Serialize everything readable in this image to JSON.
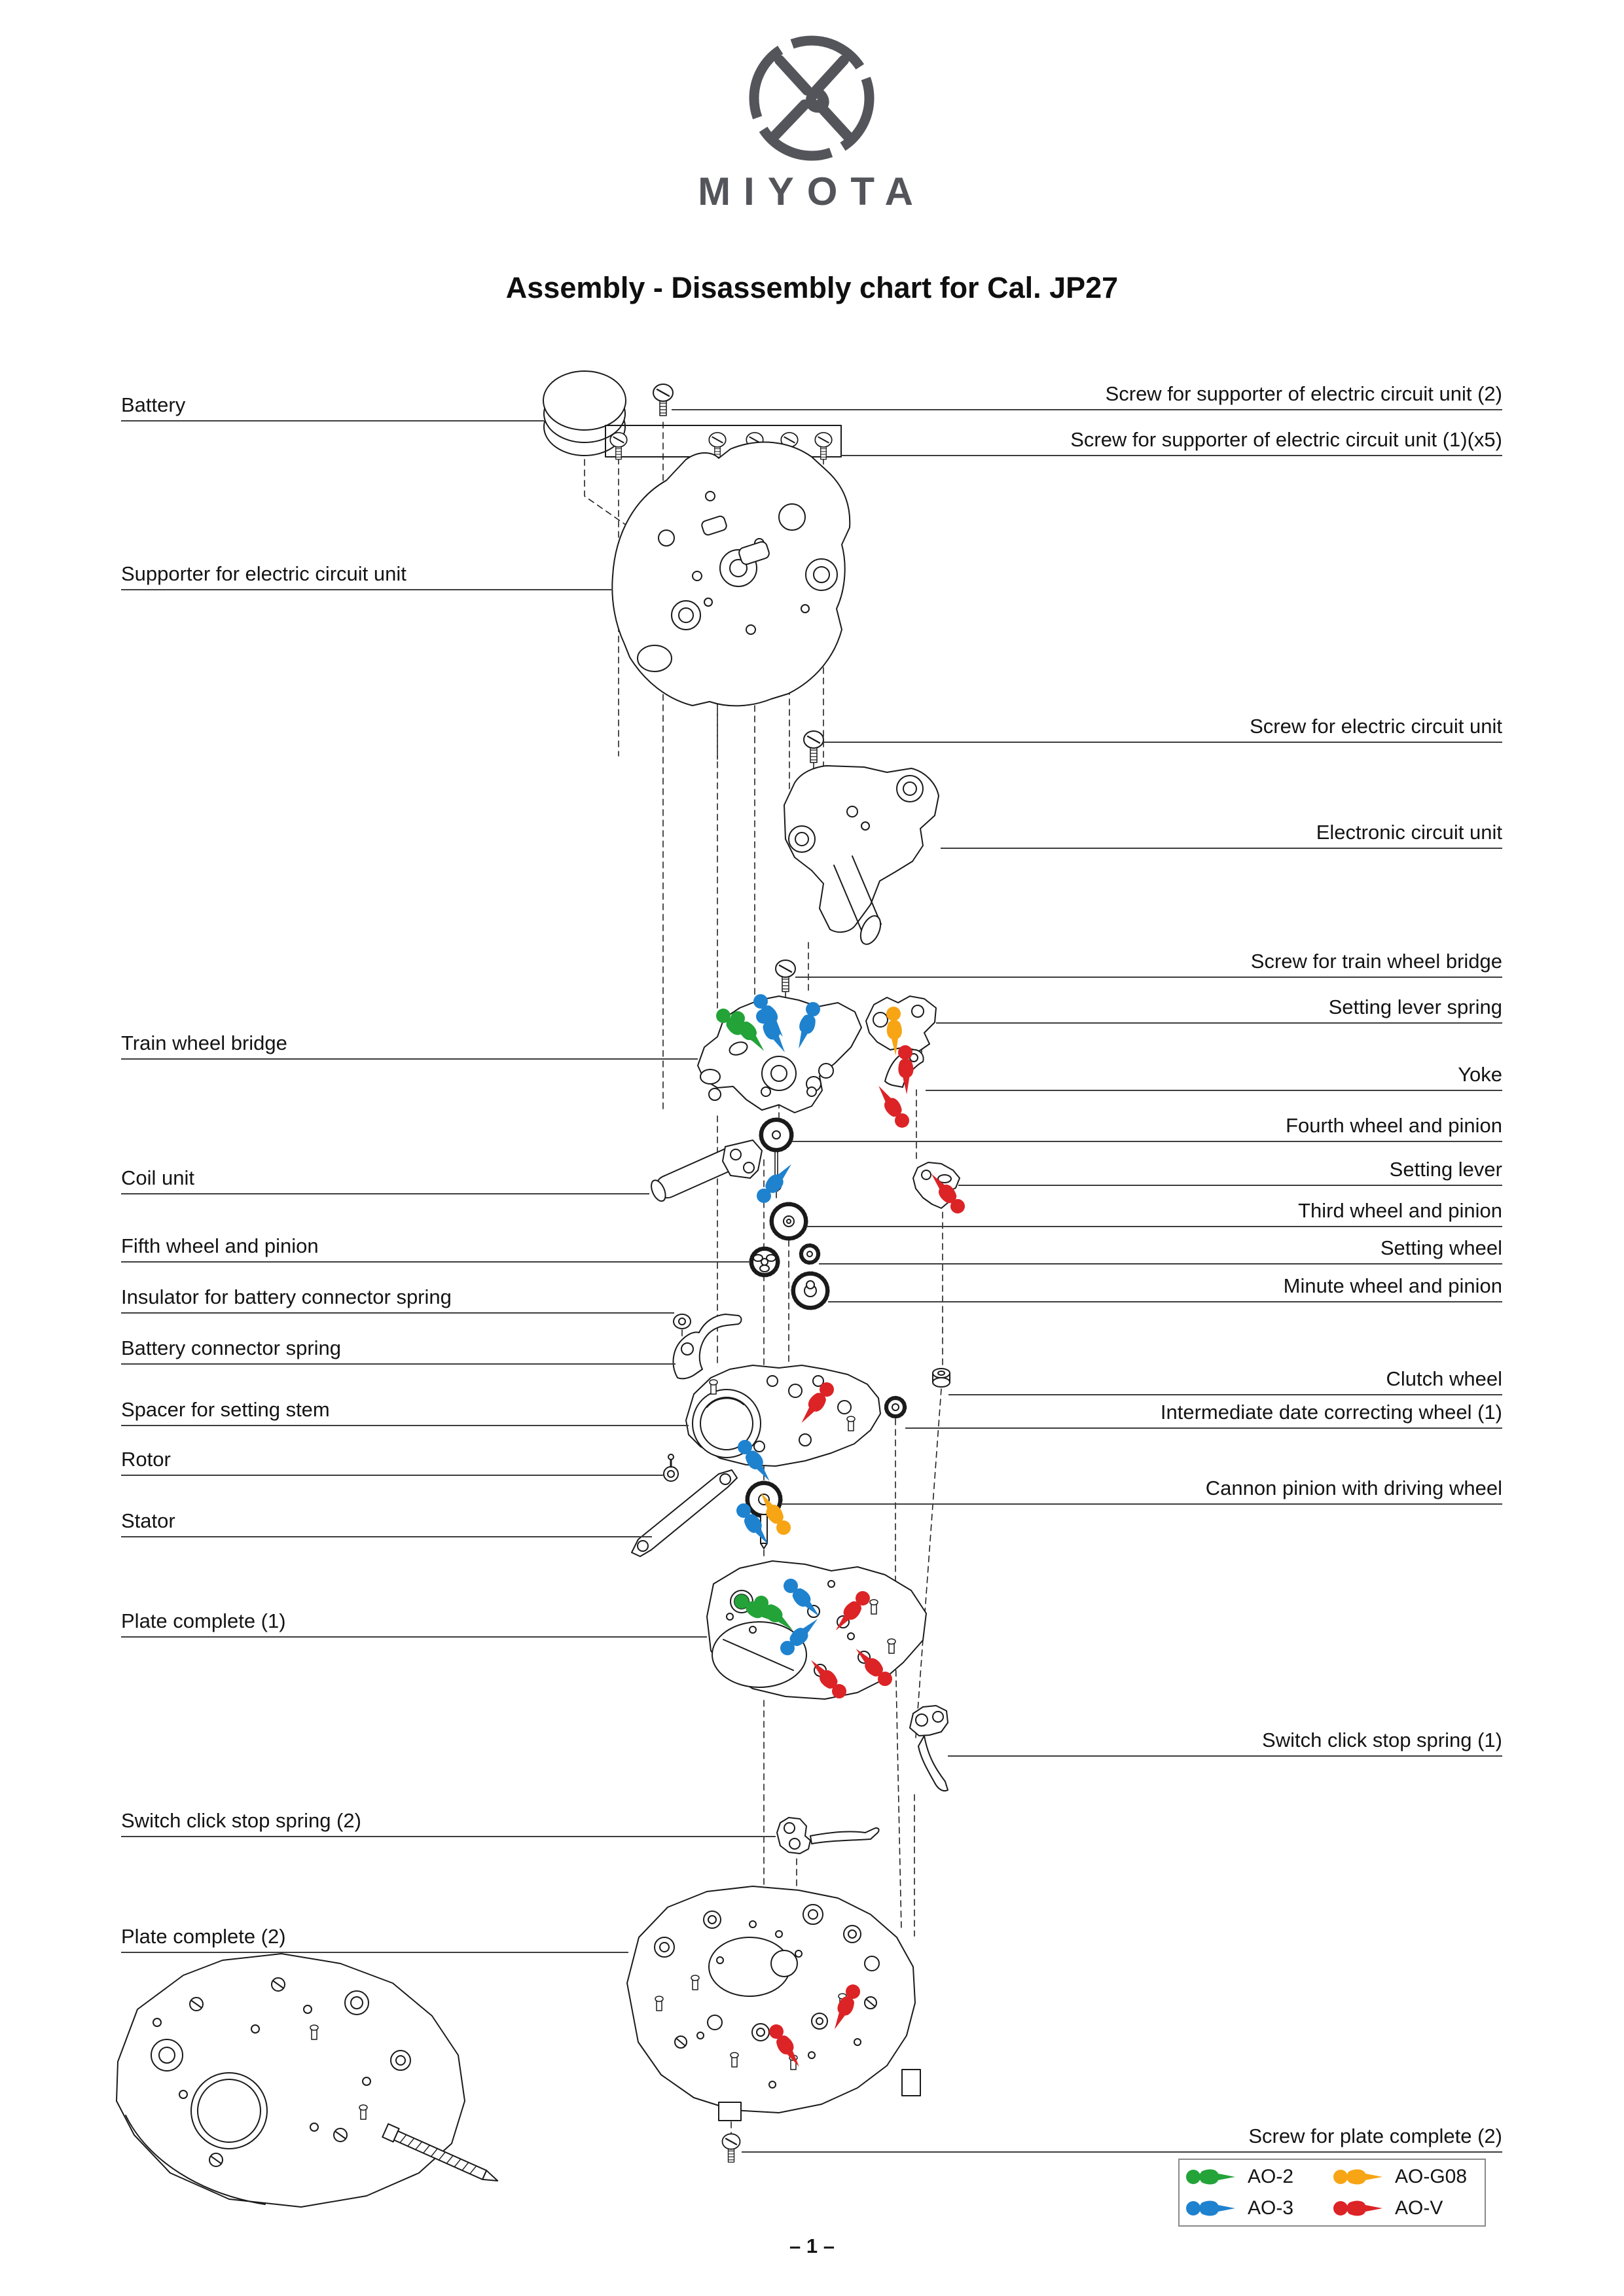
{
  "header": {
    "brand": "MIYOTA",
    "title": "Assembly - Disassembly chart for Cal. JP27",
    "logo_icon": "miyota-ring-x-logo"
  },
  "colors": {
    "oil_green": "#23a338",
    "oil_blue": "#1e82cf",
    "oil_orange": "#f7a515",
    "oil_red": "#dc2326",
    "line": "#1a1a1a",
    "brand_gray": "#54555a"
  },
  "labels_left": [
    {
      "text": "Battery"
    },
    {
      "text": "Supporter for electric circuit unit"
    },
    {
      "text": "Train wheel bridge"
    },
    {
      "text": "Coil unit"
    },
    {
      "text": "Fifth wheel and pinion"
    },
    {
      "text": "Insulator for battery connector spring"
    },
    {
      "text": "Battery connector spring"
    },
    {
      "text": "Spacer for setting stem"
    },
    {
      "text": "Rotor"
    },
    {
      "text": "Stator"
    },
    {
      "text": "Plate complete (1)"
    },
    {
      "text": "Switch click stop spring (2)"
    },
    {
      "text": "Plate complete (2)"
    }
  ],
  "labels_right": [
    {
      "text": "Screw for supporter of electric circuit unit (2)"
    },
    {
      "text": "Screw for supporter of electric circuit unit (1)(x5)"
    },
    {
      "text": "Screw for electric circuit unit"
    },
    {
      "text": "Electronic circuit unit"
    },
    {
      "text": "Screw for train wheel bridge"
    },
    {
      "text": "Setting lever spring"
    },
    {
      "text": "Yoke"
    },
    {
      "text": "Fourth wheel and pinion"
    },
    {
      "text": "Setting lever"
    },
    {
      "text": "Third wheel and pinion"
    },
    {
      "text": "Setting wheel"
    },
    {
      "text": "Minute wheel and pinion"
    },
    {
      "text": "Clutch wheel"
    },
    {
      "text": "Intermediate date correcting wheel (1)"
    },
    {
      "text": "Cannon pinion with driving wheel"
    },
    {
      "text": "Switch click stop spring (1)"
    },
    {
      "text": "Screw for plate complete (2)"
    }
  ],
  "legend": {
    "items": [
      {
        "label": "AO-2",
        "icon": "oil-drop-icon",
        "color_key": "oil_green"
      },
      {
        "label": "AO-G08",
        "icon": "oil-drop-icon",
        "color_key": "oil_orange"
      },
      {
        "label": "AO-3",
        "icon": "oil-drop-icon",
        "color_key": "oil_blue"
      },
      {
        "label": "AO-V",
        "icon": "oil-drop-icon",
        "color_key": "oil_red"
      }
    ]
  },
  "footer": {
    "page_number": "– 1 –"
  }
}
